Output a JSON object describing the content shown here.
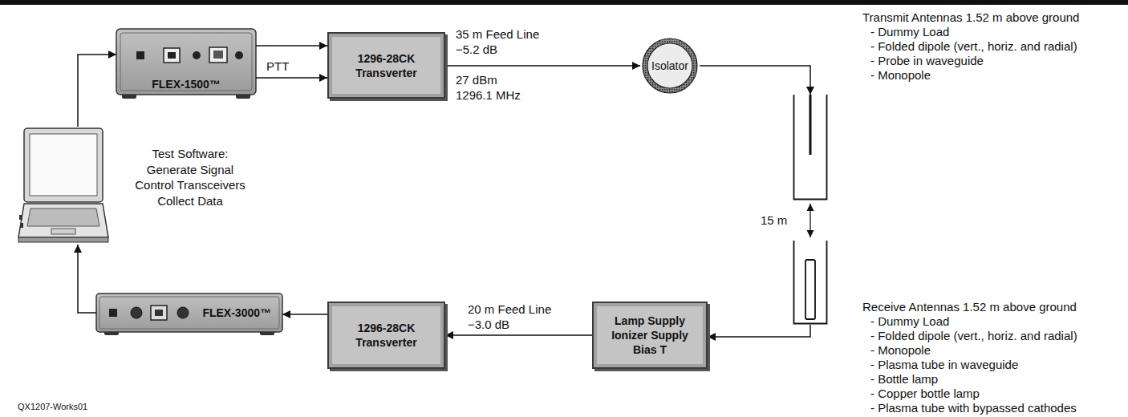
{
  "diagram": {
    "nodes": [
      {
        "text": [
          "FLEX-1500™"
        ]
      },
      {
        "text": [
          "1296-28CK Transverter"
        ]
      },
      {
        "text": [
          "Isolator"
        ]
      },
      {
        "text": [
          "Transmit Antennas 1.52 m above ground",
          "- Dummy Load",
          "- Folded dipole (vert., horiz. and radial)",
          "- Probe in waveguide",
          "- Monopole"
        ]
      },
      {
        "text": [
          "Test Software:",
          "Generate Signal Control Transceivers Collect Data"
        ]
      },
      {
        "text": [
          "Receive Antennas 1.52 m above ground",
          "- Dummy Load",
          "- Folded dipole (vert., horiz. and radial)",
          "- Monopole",
          "- Plasma tube in waveguide",
          "- Bottle lamp",
          "- Copper bottle lamp",
          "- Plasma tube with bypassed cathodes"
        ]
      },
      {
        "text": [
          "Lamp Supply Ionizer Supply Bias T"
        ]
      },
      {
        "text": [
          "1296-28CK Transverter"
        ]
      },
      {
        "text": [
          "FLEX-3000™"
        ]
      }
    ],
    "edges": [
      {
        "from": 4,
        "to": 0,
        "arrow": "to"
      },
      {
        "from": 0,
        "to": 1,
        "arrow": "to"
      },
      {
        "from": 0,
        "to": 1,
        "label": "PTT",
        "arrow": "to"
      },
      {
        "from": 1,
        "to": 2,
        "label": "35 m Feed Line −5.2 dB",
        "arrow": "to"
      },
      {
        "from": 2,
        "to": 3,
        "arrow": "to"
      },
      {
        "from": 5,
        "to": 6,
        "arrow": "to"
      },
      {
        "from": 6,
        "to": 7,
        "label": "20 m Feed Line −3.0 dB",
        "arrow": "to"
      },
      {
        "from": 7,
        "to": 8,
        "arrow": "to"
      },
      {
        "from": 8,
        "to": 4,
        "arrow": "to"
      }
    ],
    "labels": [
      "15 m",
      "27 dBm",
      "1296.1 MHz",
      "QX1207-Works01"
    ]
  }
}
